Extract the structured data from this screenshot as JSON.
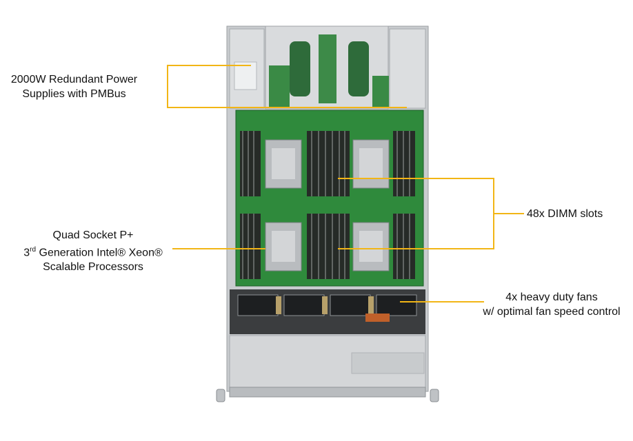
{
  "colors": {
    "callout_line": "#f2b515",
    "pcb_green": "#2f8a3c",
    "chassis_gray": "#cfd2d4",
    "dimm_dark": "#2a2f2b"
  },
  "callouts": {
    "psu": {
      "line1": "2000W Redundant Power",
      "line2": "Supplies with PMBus"
    },
    "cpu": {
      "line1": "Quad Socket P+",
      "line2_prefix": "3",
      "line2_sup": "rd",
      "line2_rest": " Generation Intel® Xeon®",
      "line3": "Scalable Processors"
    },
    "dimm": {
      "line1": "48x DIMM slots"
    },
    "fans": {
      "line1": "4x heavy duty fans",
      "line2": "w/ optimal fan speed control"
    }
  }
}
